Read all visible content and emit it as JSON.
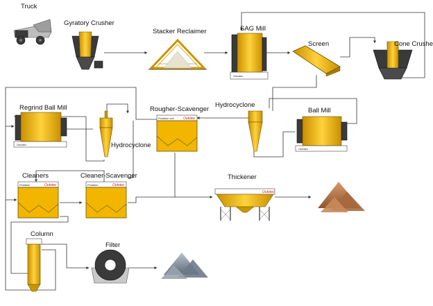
{
  "labels": {
    "truck": "Truck",
    "gyratory_crusher": "Gyratory Crusher",
    "stacker_reclaimer": "Stacker Reclaimer",
    "sag_mill": "SAG Mill",
    "screen": "Screen",
    "cone_crusher": "Cone Crusher",
    "regrind_ball_mill": "Regrind Ball Mill",
    "rougher_scavenger": "Rougher-Scavenger",
    "hydrocyclone_right": "Hydrocyclone",
    "ball_mill": "Ball Mill",
    "hydrocyclone_left": "Hydrocyclone",
    "cleaners": "Cleaners",
    "cleaner_scavenger": "Cleaner-Scavenger",
    "thickener": "Thickener",
    "column": "Column",
    "filter": "Filter"
  },
  "equipment_text": {
    "brand": "Outotec",
    "flotation_cell": "Flotation",
    "rougher_cell": "Flotation cell",
    "mill_plate": "Outotec"
  },
  "colors": {
    "equipment": "#f2b600",
    "concentrate": "#8a939e",
    "tailings": "#b97b4e"
  }
}
